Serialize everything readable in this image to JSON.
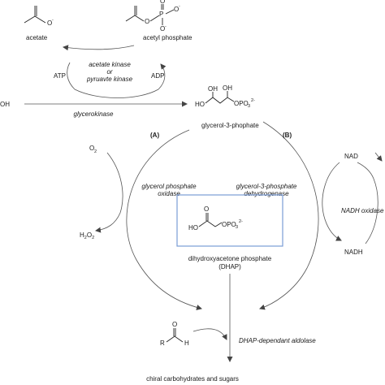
{
  "molecules": {
    "acetate": "acetate",
    "acetate_charge": "O",
    "acetyl_phosphate": "acetyl phosphate",
    "glycerol_fragment": "OH",
    "glycerol_3_phosphate": "glycerol-3-phophate",
    "g3p_ho": "HO",
    "g3p_oh": "OH",
    "g3p_opo3": "OPO",
    "dhap_name": "dihydroxyacetone phosphate",
    "dhap_abbr": "(DHAP)",
    "dhap_ho": "HO",
    "dhap_o": "O",
    "dhap_opo3": "OPO",
    "aldehyde_r": "R",
    "aldehyde_h": "H",
    "aldehyde_o": "O",
    "product": "chiral carbohydrates and sugars"
  },
  "cofactors": {
    "atp": "ATP",
    "adp": "ADP",
    "o2": "O",
    "h2o2": "H",
    "nad": "NAD",
    "nadh": "NADH"
  },
  "enzymes": {
    "kinase_line1": "acetate kinase",
    "kinase_line2": "or",
    "kinase_line3": "pyruavte kinase",
    "glycerokinase": "glycerokinase",
    "gpo_line1": "glycerol phosphate",
    "gpo_line2": "oxidase",
    "g3pdh_line1": "glycerol-3-phosphate",
    "g3pdh_line2": "dehydrogenase",
    "nadh_oxidase": "NADH oxidase",
    "aldolase": "DHAP-dependant aldolase"
  },
  "route_labels": {
    "a": "(A)",
    "b": "(B)"
  },
  "colors": {
    "dhap_box": "#7a9cd6",
    "text": "#1a1a1a",
    "arrow": "#555555"
  }
}
